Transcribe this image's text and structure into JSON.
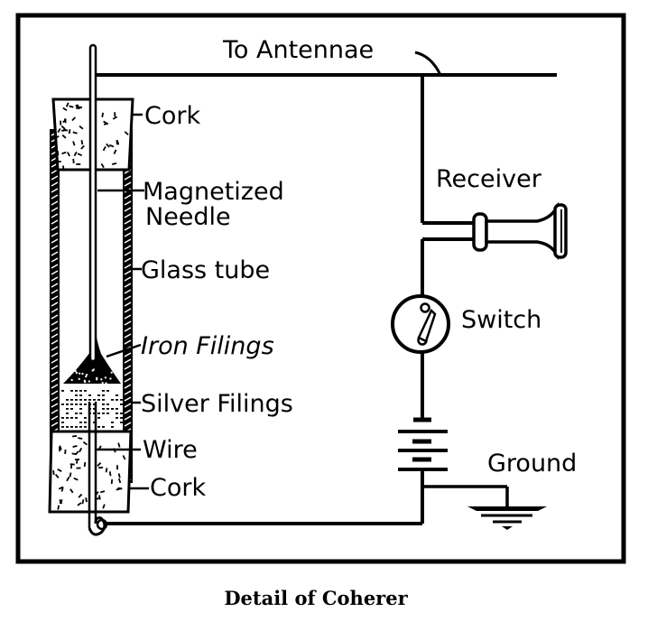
{
  "title": "Detail of Coherer",
  "colors": {
    "ink": "#000000",
    "paper": "#ffffff"
  },
  "labels": {
    "antennae": "To Antennae",
    "cork_top": "Cork",
    "needle_line1": "Magnetized",
    "needle_line2": "Needle",
    "glass_tube": "Glass tube",
    "iron_filings": "Iron Filings",
    "silver_filings": "Silver Filings",
    "wire": "Wire",
    "cork_bottom": "Cork",
    "receiver": "Receiver",
    "switch": "Switch",
    "ground": "Ground"
  },
  "components": [
    "antenna-lead",
    "coherer-tube",
    "receiver",
    "switch",
    "battery",
    "ground"
  ]
}
